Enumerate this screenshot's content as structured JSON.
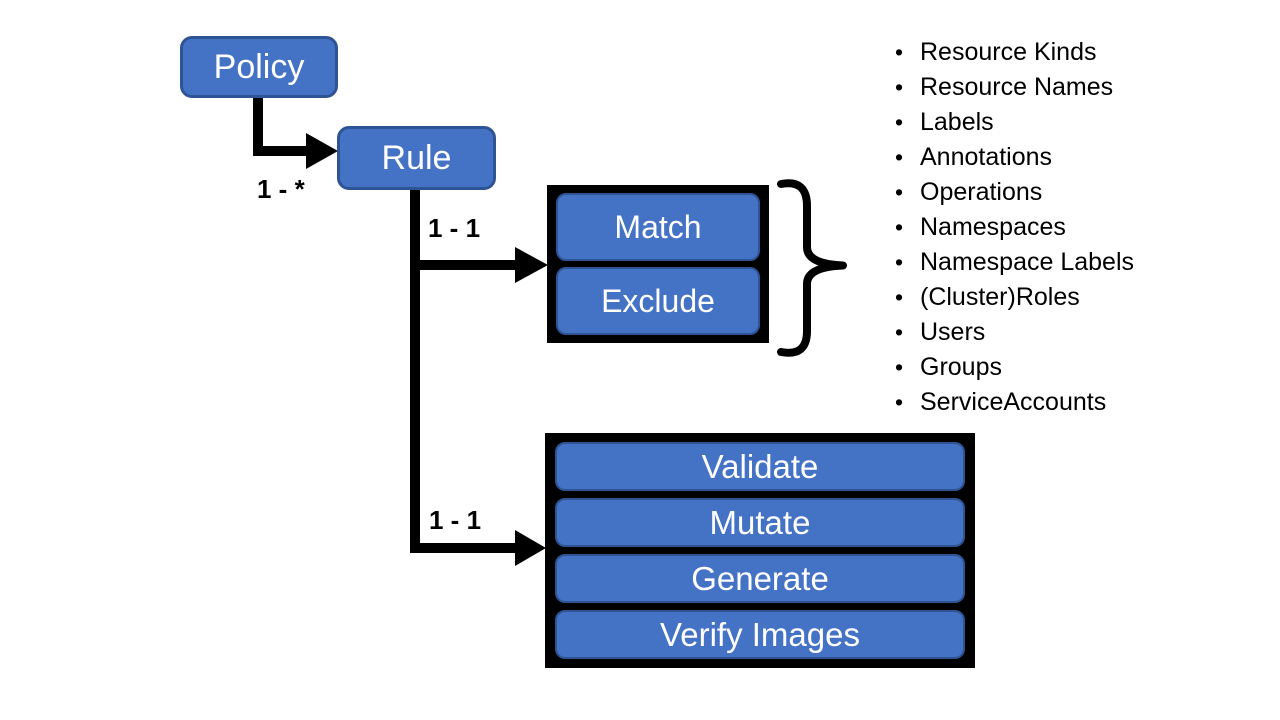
{
  "diagram": {
    "nodes": {
      "policy": {
        "label": "Policy"
      },
      "rule": {
        "label": "Rule"
      },
      "match": {
        "label": "Match"
      },
      "exclude": {
        "label": "Exclude"
      },
      "validate": {
        "label": "Validate"
      },
      "mutate": {
        "label": "Mutate"
      },
      "generate": {
        "label": "Generate"
      },
      "verify_images": {
        "label": "Verify Images"
      }
    },
    "edges": {
      "policy_to_rule": {
        "label": "1 - *"
      },
      "rule_to_match": {
        "label": "1 - 1"
      },
      "rule_to_actions": {
        "label": "1 - 1"
      }
    },
    "match_criteria": {
      "items": [
        "Resource Kinds",
        "Resource Names",
        "Labels",
        "Annotations",
        "Operations",
        "Namespaces",
        "Namespace Labels",
        "(Cluster)Roles",
        "Users",
        "Groups",
        "ServiceAccounts"
      ]
    },
    "colors": {
      "node_fill": "#4472C4",
      "node_border": "#2F5496",
      "node_text": "#FFFFFF",
      "connector": "#000000",
      "list_text": "#000000",
      "background": "#FFFFFF"
    }
  }
}
